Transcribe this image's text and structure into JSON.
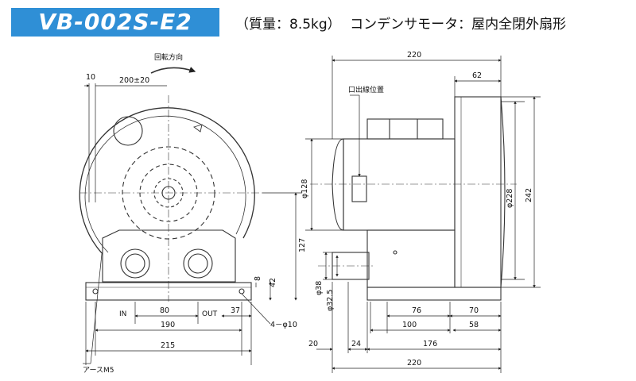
{
  "header": {
    "model": "VB-002S-E2",
    "mass": "（質量：8.5kg）",
    "motor": "コンデンサモータ：屋内全閉外扇形"
  },
  "front_view": {
    "rotation_label": "回転方向",
    "dims": {
      "d10": "10",
      "d200": "200±20",
      "d127": "127",
      "d42": "42",
      "d8": "8",
      "d80": "80",
      "d37": "37",
      "d190": "190",
      "d215": "215",
      "hole": "4－φ10"
    },
    "labels": {
      "in": "IN",
      "out": "OUT",
      "earth": "アースM5"
    }
  },
  "side_view": {
    "wire_label": "口出線位置",
    "dims": {
      "top220": "220",
      "d62": "62",
      "d128": "φ128",
      "d228": "φ228",
      "d242": "242",
      "d38": "φ38",
      "d325": "φ32.5",
      "d76": "76",
      "d70": "70",
      "d100": "100",
      "d58": "58",
      "d20": "20",
      "d24": "24",
      "d176": "176",
      "bot220": "220"
    }
  },
  "colors": {
    "badge": "#2f8fd6",
    "line": "#333333"
  }
}
